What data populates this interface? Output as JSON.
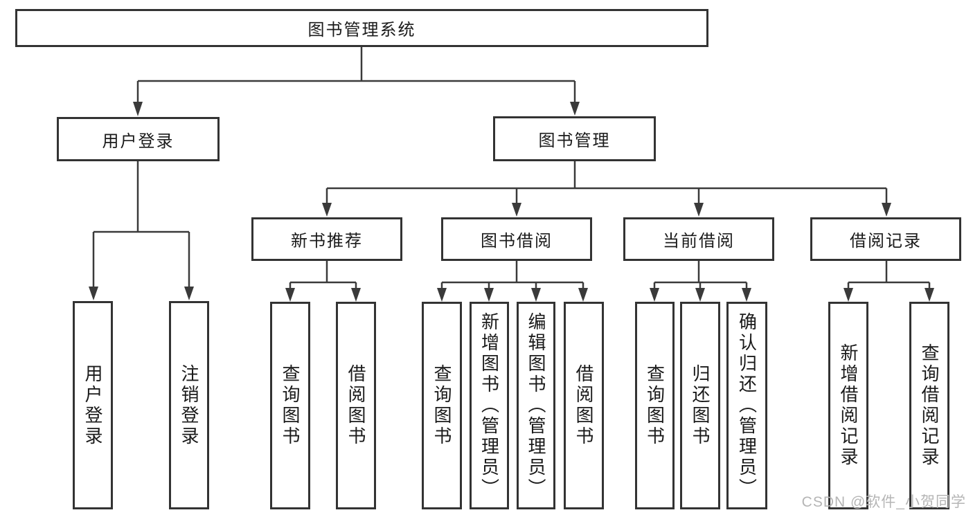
{
  "diagram": {
    "root": "图书管理系统",
    "branches": {
      "user_login": "用户登录",
      "book_management": "图书管理"
    },
    "modules": {
      "new_book_recommend": "新书推荐",
      "book_borrowing": "图书借阅",
      "current_borrowing": "当前借阅",
      "borrowing_records": "借阅记录"
    },
    "leaves": {
      "user_login": "用户登录",
      "logout": "注销登录",
      "recommend_query_books": "查询图书",
      "recommend_borrow_books": "借阅图书",
      "borrowing_query_books": "查询图书",
      "borrowing_add_books_admin": "新增图书（管理员）",
      "borrowing_edit_books_admin": "编辑图书（管理员）",
      "borrowing_borrow_books": "借阅图书",
      "current_query_books": "查询图书",
      "current_return_books": "归还图书",
      "current_confirm_return_admin": "确认归还（管理员）",
      "records_add_record": "新增借阅记录",
      "records_query_record": "查询借阅记录"
    }
  },
  "watermark": {
    "text": "CSDN @软件_小贺同学"
  },
  "colors": {
    "line": "#3a3a3a",
    "box_border": "#333333",
    "text": "#1a1a1a",
    "watermark": "#b5b5b5",
    "background": "#ffffff"
  }
}
